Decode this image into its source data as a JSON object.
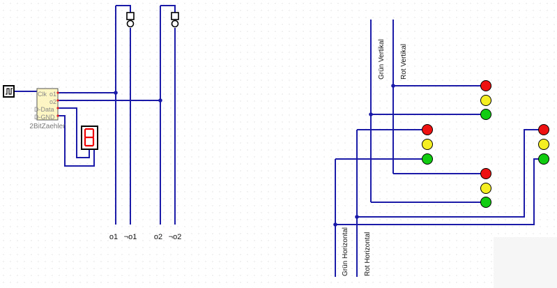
{
  "counter": {
    "ports": [
      "Clk",
      "o1",
      "o2",
      "D-Data",
      "D-GND"
    ],
    "name": "2BitZaehler"
  },
  "outputs": [
    "o1",
    "¬o1",
    "o2",
    "¬o2"
  ],
  "signals": {
    "gruen_vertikal": "Grün Vertikal",
    "rot_vertikal": "Rot Vertikal",
    "gruen_horizontal": "Grün Horizontal",
    "rot_horizontal": "Rot Horizontal"
  },
  "display_digit": "8",
  "colors": {
    "wire": "#1a1aa8",
    "red": "#ee1111",
    "yellow": "#f4ee22",
    "green": "#11cc11",
    "chip": "#fdf6c4",
    "segment": "#ee0000",
    "grid": "#d0d0d0"
  }
}
